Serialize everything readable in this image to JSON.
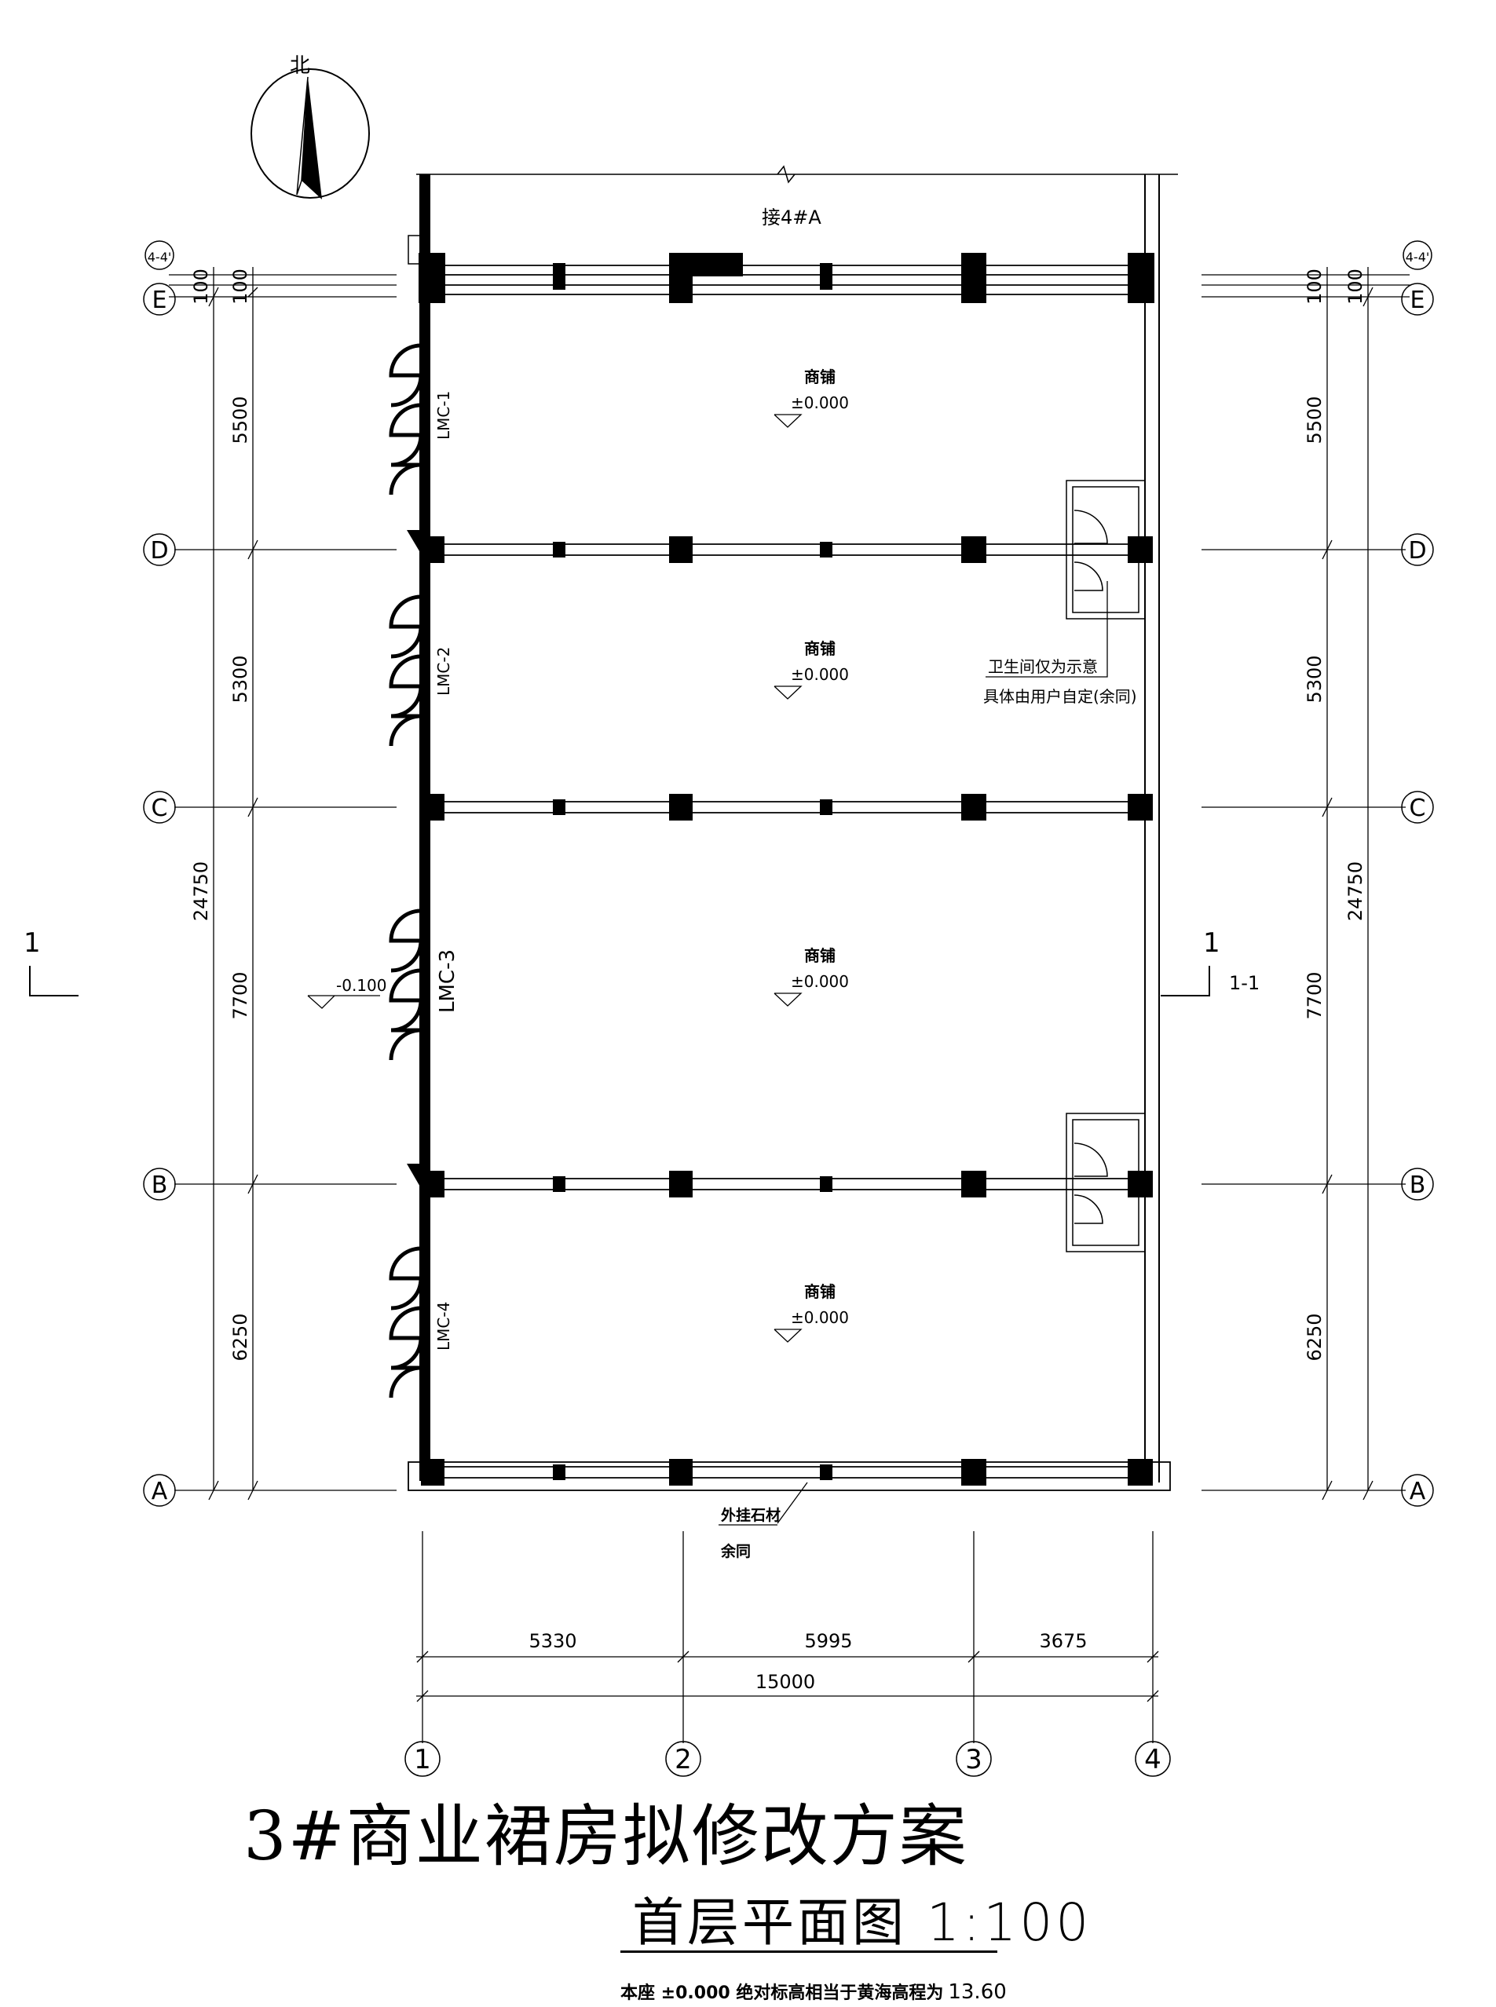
{
  "north_label": "北",
  "connection_label": "接4#A",
  "axes": {
    "rows": [
      {
        "id": "E",
        "label": "E"
      },
      {
        "id": "D",
        "label": "D"
      },
      {
        "id": "C",
        "label": "C"
      },
      {
        "id": "B",
        "label": "B"
      },
      {
        "id": "A",
        "label": "A"
      }
    ],
    "top_extra_label": "4-4'",
    "columns": [
      "1",
      "2",
      "3",
      "4"
    ]
  },
  "dimensions": {
    "vertical_offset": "100",
    "vertical_segments": [
      "5500",
      "5300",
      "7700",
      "6250"
    ],
    "vertical_total": "24750",
    "horizontal_segments": [
      "5330",
      "5995",
      "3675"
    ],
    "horizontal_total": "15000"
  },
  "rooms": [
    {
      "name": "商铺",
      "level": "±0.000"
    },
    {
      "name": "商铺",
      "level": "±0.000"
    },
    {
      "name": "商铺",
      "level": "±0.000"
    },
    {
      "name": "商铺",
      "level": "±0.000"
    }
  ],
  "door_labels": [
    "LMC-1",
    "LMC-2",
    "LMC-3",
    "LMC-4"
  ],
  "exterior_level": "-0.100",
  "toilet_note": [
    "卫生间仅为示意",
    "具体由用户自定(余同)"
  ],
  "facade_note": [
    "外挂石材",
    "余同"
  ],
  "section_marks": {
    "left_number": "1",
    "right_number": "1",
    "right_label": "1-1"
  },
  "title": "3#商业裙房拟修改方案",
  "subtitle": "首层平面图 1:100",
  "footnote": {
    "text": "本座 ±0.000 绝对标高相当于黄海高程为",
    "value": "13.60"
  }
}
